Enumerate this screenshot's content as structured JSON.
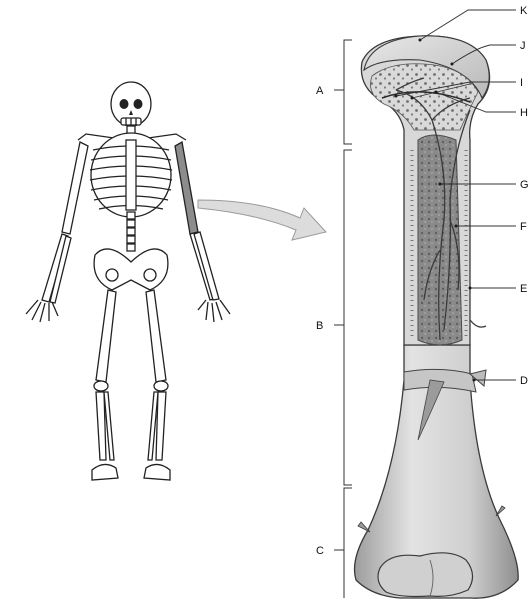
{
  "diagram": {
    "region_labels": {
      "A": "A",
      "B": "B",
      "C": "C"
    },
    "part_labels": {
      "K": "K",
      "J": "J",
      "I": "I",
      "H": "H",
      "G": "G",
      "F": "F",
      "E": "E",
      "D": "D"
    },
    "colors": {
      "bone_fill": "#d4d4d4",
      "bone_shade": "#a9a9a9",
      "spongy": "#bdbdbd",
      "marrow": "#7f7f7f",
      "line": "#2b2b2b",
      "arrow_fill": "#dcdcdc"
    }
  }
}
